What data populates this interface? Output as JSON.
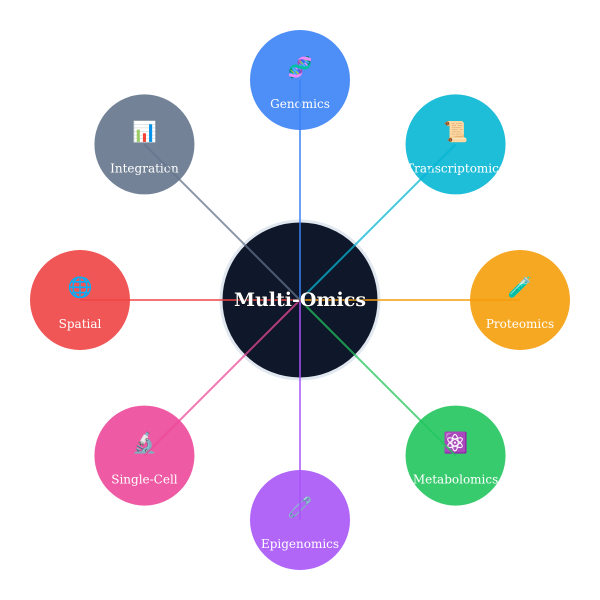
{
  "center": {
    "label": "Multi-Omics",
    "color": "#0f172a",
    "border": "#e2e8f0"
  },
  "nodes": [
    {
      "label": "Genomics",
      "icon": "🧬",
      "icon_name": "dna-icon",
      "color": "#3b82f6",
      "angle_deg": -90
    },
    {
      "label": "Transcriptomics",
      "icon": "📜",
      "icon_name": "scroll-icon",
      "color": "#06b6d4",
      "angle_deg": -45
    },
    {
      "label": "Proteomics",
      "icon": "🧪",
      "icon_name": "test-tube-icon",
      "color": "#f59e0b",
      "angle_deg": 0
    },
    {
      "label": "Metabolomics",
      "icon": "⚛️",
      "icon_name": "atom-icon",
      "color": "#22c55e",
      "angle_deg": 45
    },
    {
      "label": "Epigenomics",
      "icon": "🧷",
      "icon_name": "safety-pin-icon",
      "color": "#a855f7",
      "angle_deg": 90
    },
    {
      "label": "Single-Cell",
      "icon": "🔬",
      "icon_name": "microscope-icon",
      "color": "#ec4899",
      "angle_deg": 135
    },
    {
      "label": "Spatial",
      "icon": "🌐",
      "icon_name": "globe-icon",
      "color": "#ef4444",
      "angle_deg": 180
    },
    {
      "label": "Integration",
      "icon": "📊",
      "icon_name": "bar-chart-icon",
      "color": "#64748b",
      "angle_deg": 225
    }
  ]
}
